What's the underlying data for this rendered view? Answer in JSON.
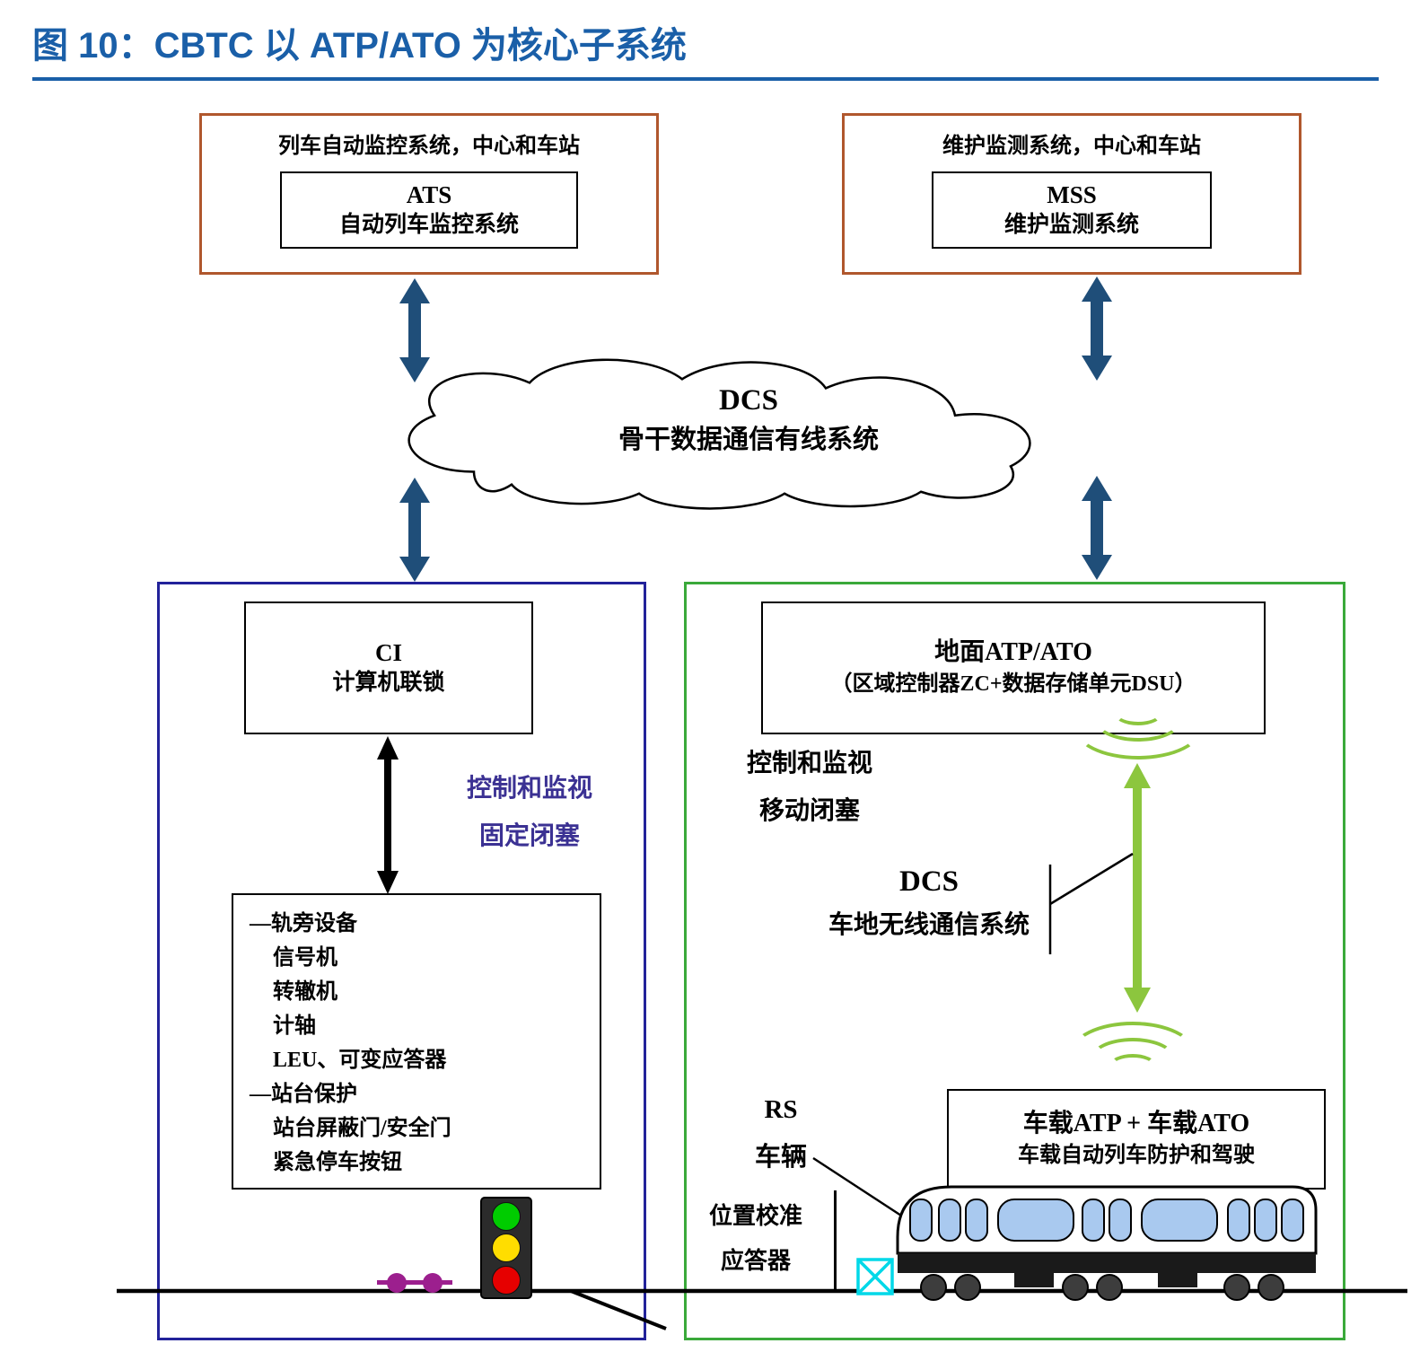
{
  "title": "图 10：CBTC 以 ATP/ATO 为核心子系统",
  "colors": {
    "title_blue": "#1a5fa8",
    "box_brown": "#b0572d",
    "box_navy": "#22229a",
    "box_green": "#3aa93a",
    "arrow_blue": "#1f4e79",
    "link_green": "#8cc63e",
    "purple_text": "#3b3193",
    "magenta": "#9c1f8e",
    "cyan": "#00d8e8",
    "window_blue": "#a9c9ef",
    "signal_green": "#00cc00",
    "signal_yellow": "#ffdd00",
    "signal_red": "#e60000"
  },
  "nodes": {
    "ats": {
      "caption": "列车自动监控系统，中心和车站",
      "abbr": "ATS",
      "name": "自动列车监控系统"
    },
    "mss": {
      "caption": "维护监测系统，中心和车站",
      "abbr": "MSS",
      "name": "维护监测系统"
    },
    "dcs_backbone": {
      "abbr": "DCS",
      "name": "骨干数据通信有线系统"
    },
    "ci": {
      "abbr": "CI",
      "name": "计算机联锁"
    },
    "ground_atp_ato": {
      "title": "地面ATP/ATO",
      "subtitle": "（区域控制器ZC+数据存储单元DSU）"
    },
    "dcs_wireless": {
      "abbr": "DCS",
      "name": "车地无线通信系统"
    },
    "rs": {
      "abbr": "RS",
      "name": "车辆"
    },
    "onboard_atp_ato": {
      "title": "车载ATP + 车载ATO",
      "subtitle": "车载自动列车防护和驾驶"
    },
    "balise": {
      "line1": "位置校准",
      "line2": "应答器"
    }
  },
  "labels": {
    "fixed_block": {
      "line1": "控制和监视",
      "line2": "固定闭塞"
    },
    "moving_block": {
      "line1": "控制和监视",
      "line2": "移动闭塞"
    }
  },
  "trackside": {
    "items": [
      "—轨旁设备",
      "信号机",
      "转辙机",
      "计轴",
      "LEU、可变应答器",
      "—站台保护",
      "站台屏蔽门/安全门",
      "紧急停车按钮"
    ]
  }
}
